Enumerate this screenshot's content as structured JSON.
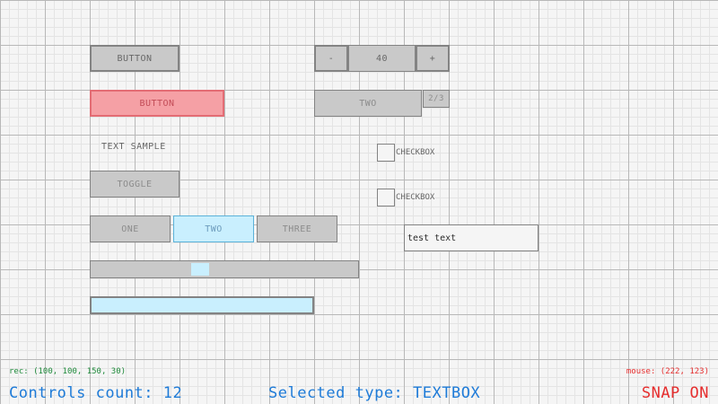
{
  "buttons": {
    "button_1": "BUTTON",
    "button_2": "BUTTON"
  },
  "text_sample": "TEXT SAMPLE",
  "toggle": "TOGGLE",
  "toggle_group": [
    "ONE",
    "TWO",
    "THREE"
  ],
  "toggle_group_selected": "TWO",
  "spinner": {
    "minus": "-",
    "value": "40",
    "plus": "+"
  },
  "combobox": {
    "value": "TWO",
    "counter": "2/3"
  },
  "checkboxes": [
    "CHECKBOX",
    "CHECKBOX"
  ],
  "textbox": {
    "value": "test text"
  },
  "slider": {
    "value": 0.4
  },
  "progress_bar": {
    "value": 1.0
  },
  "status": {
    "rec": "rec: (100, 100, 150, 30)",
    "mouse": "mouse: (222, 123)",
    "controls_count": "Controls count: 12",
    "selected_type": "Selected type: TEXTBOX",
    "snap": "SNAP ON"
  },
  "colors": {
    "accent_blue": "#1e7bd8",
    "snap_red": "#e62e2e",
    "rec_green": "#1f8a3b",
    "focus_red": "#f5a0a5",
    "selected_blue": "#c9effe"
  }
}
